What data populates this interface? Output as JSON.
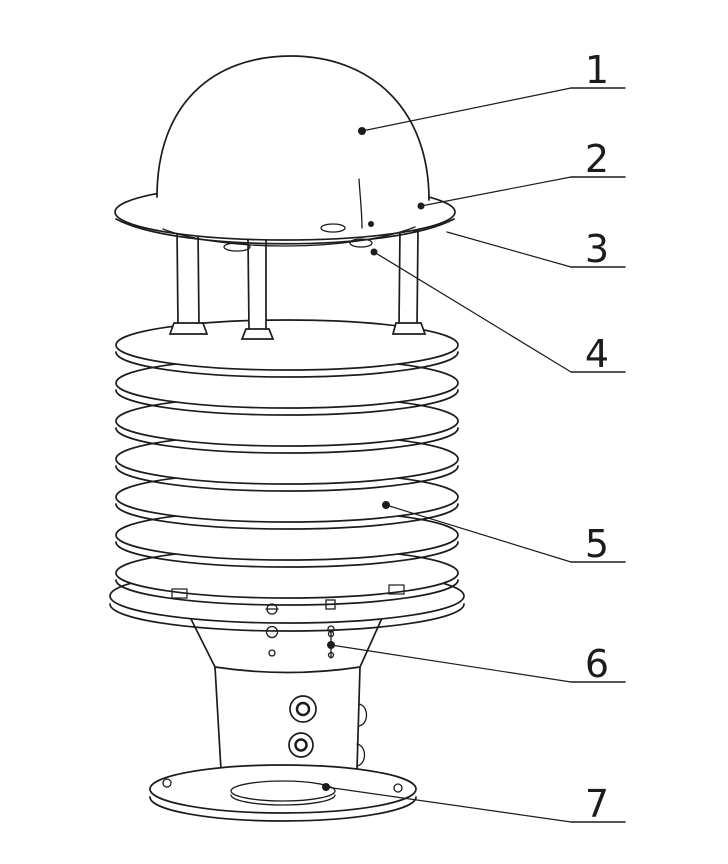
{
  "figure": {
    "background_color": "#ffffff",
    "line_color": "#1c1c1c",
    "callouts": [
      {
        "label": "1"
      },
      {
        "label": "2"
      },
      {
        "label": "3"
      },
      {
        "label": "4"
      },
      {
        "label": "5"
      },
      {
        "label": "6"
      },
      {
        "label": "7"
      }
    ]
  }
}
